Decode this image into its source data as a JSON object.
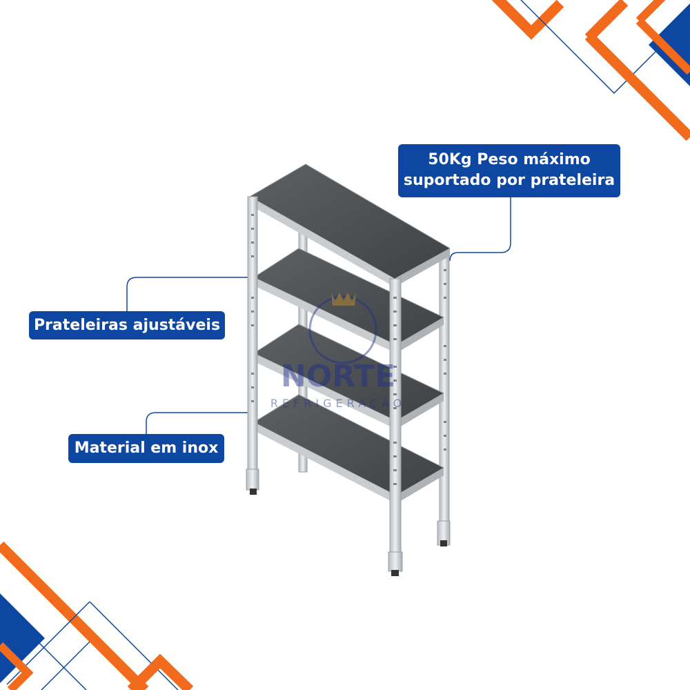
{
  "callouts": {
    "max_weight": {
      "line1": "50Kg Peso máximo",
      "line2": "suportado por prateleira"
    },
    "adjustable_shelves": "Prateleiras ajustáveis",
    "material": "Material em inox"
  },
  "watermark": {
    "brand": "NORTE",
    "subtitle": "REFRIGERAÇÃO"
  },
  "colors": {
    "callout_bg": "#0d47a1",
    "accent_orange": "#f26a1b",
    "accent_blue": "#0d47a1",
    "leader_line": "#0d47a1"
  },
  "product": {
    "shelf_count": 4,
    "icon": "steel-shelving-unit"
  }
}
